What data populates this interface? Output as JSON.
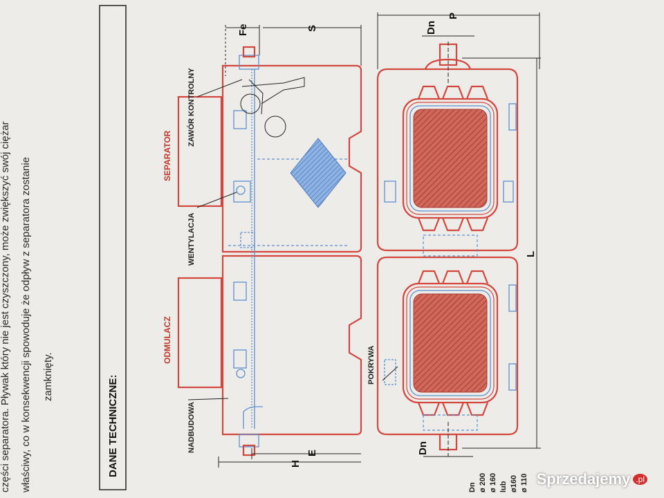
{
  "body_text": {
    "line1": "części separatora. Pływak który nie jest czyszczony, może zwiększyć swój ciężar",
    "line2": "właściwy, co w konsekwencji spowoduje że odpływ z separatora zostanie",
    "line3": "zamknięty."
  },
  "section_title": "DANE TECHNICZNE:",
  "labels": {
    "separator": "SEPARATOR",
    "odmulacz": "ODMULACZ",
    "zawor": "ZAWÓR KONTROLNY",
    "wentylacja": "WENTYLACJA",
    "nadbudowa": "NADBUDOWA",
    "pokrywa": "POKRYWA"
  },
  "dimensions": {
    "fe": "Fe",
    "s": "S",
    "p": "P",
    "dn_top": "Dn",
    "dn_bottom": "Dn",
    "h": "H",
    "e": "E",
    "l": "L"
  },
  "dn_table": {
    "header": "Dn",
    "items": [
      "ø 200",
      "ø 160",
      "lub",
      "ø160",
      "ø 110"
    ]
  },
  "watermark": {
    "name": "Sprzedajemy",
    "suffix": ".pl"
  },
  "colors": {
    "outline": "#d2463e",
    "internal": "#5b8fd0",
    "filter_red": "#c94b3f",
    "filter_blue": "#6f9ad6"
  },
  "icons": {
    "brand_dot": "sprzedajemy-dot-icon"
  }
}
